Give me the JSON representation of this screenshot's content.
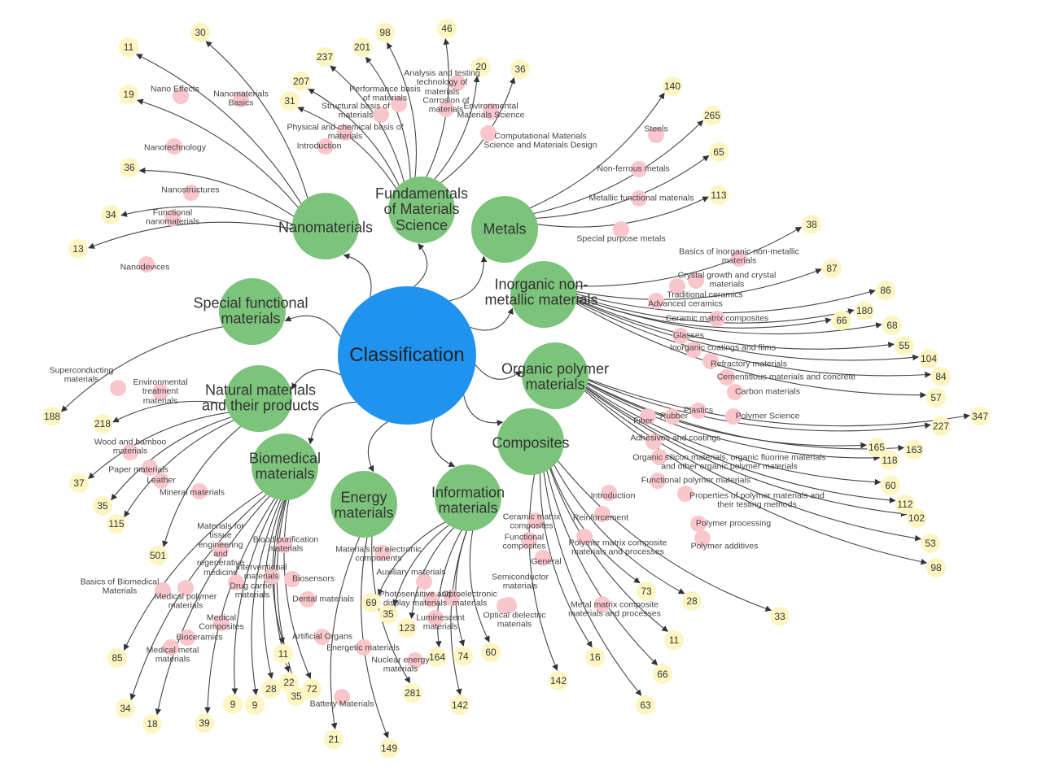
{
  "center": "Classification",
  "categories": [
    "Nanomaterials",
    "Fundamentals\nof Materials\nScience",
    "Metals",
    "Inorganic non-\nmetallic materials",
    "Organic polymer\nmaterials",
    "Composites",
    "Information\nmaterials",
    "Energy\nmaterials",
    "Biomedical\nmaterials",
    "Natural materials\nand their products",
    "Special functional\nmaterials"
  ],
  "subtopics": [
    "Nano Effects",
    "Nanomaterials\nBasics",
    "Nanotechnology",
    "Nanostructures",
    "Functional\nnanomaterials",
    "Nanodevices",
    "Introduction",
    "Physical and chemical basis of\nmaterials",
    "Structural basis of\nmaterials",
    "Performance basis\nof materials",
    "Analysis and testing\ntechnology of\nmaterials",
    "Corrosion of\nmaterials",
    "Environmental\nMaterials Science",
    "Computational Materials\nScience and Materials Design",
    "Steels",
    "Non-ferrous metals",
    "Metallic functional materials",
    "Special purpose metals",
    "Basics of inorganic non-metallic\nmaterials",
    "Crystal growth and crystal\nmaterials",
    "Traditional ceramics",
    "Advanced ceramics",
    "Ceramic matrix composites",
    "Glasses",
    "Inorganic coatings and films",
    "Refractory materials",
    "Cementitious materials and concrete",
    "Carbon materials",
    "Plastics",
    "Rubber",
    "Fiber",
    "Polymer Science",
    "Adhesives and coatings",
    "Organic silicon materials, organic fluorine materials\nand other organic polymer materials",
    "Functional polymer materials",
    "Properties of polymer materials and\ntheir testing methods",
    "Polymer processing",
    "Polymer additives",
    "Introduction",
    "Reinforcement",
    "Polymer matrix composite\nmaterials and processes",
    "Metal matrix composite\nmaterials and processes",
    "Ceramic matrix\ncomposites",
    "Functional\ncomposites",
    "General",
    "Materials for electronic\ncomponents",
    "Auxiliary materials",
    "Photosensitive and\ndisplay materials",
    "Optoelectronic\nmaterials",
    "Semiconductor\nmaterials",
    "Luminescent\nmaterials",
    "Optical dielectric\nmaterials",
    "Energetic materials",
    "Nuclear energy\nmaterials",
    "Battery Materials",
    "Materials for\ntissue\nengineering\nand\nregenerative\nmedicine",
    "Blood purification\nmaterials",
    "Interventional\nmaterials",
    "Biosensors",
    "Drug carrier\nmaterials",
    "Dental materials",
    "Medical polymer\nmaterials",
    "Basics of Biomedical\nMaterials",
    "Medical\nComposites",
    "Bioceramics",
    "Medical metal\nmaterials",
    "Artificial Organs",
    "Wood and bamboo\nmaterials",
    "Paper materials",
    "Leather",
    "Mineral materials",
    "Superconducting\nmaterials",
    "Environmental\ntreatment\nmaterials"
  ],
  "counts": [
    "11",
    "30",
    "19",
    "36",
    "34",
    "13",
    "237",
    "201",
    "98",
    "46",
    "20",
    "36",
    "207",
    "31",
    "140",
    "265",
    "65",
    "113",
    "38",
    "87",
    "86",
    "180",
    "66",
    "68",
    "55",
    "104",
    "84",
    "57",
    "347",
    "227",
    "165",
    "163",
    "118",
    "60",
    "112",
    "102",
    "53",
    "98",
    "73",
    "28",
    "33",
    "11",
    "66",
    "16",
    "63",
    "142",
    "142",
    "60",
    "74",
    "164",
    "123",
    "35",
    "69",
    "281",
    "149",
    "21",
    "72",
    "35",
    "22",
    "11",
    "28",
    "9",
    "9",
    "39",
    "18",
    "34",
    "85",
    "501",
    "115",
    "35",
    "37",
    "218",
    "188"
  ],
  "colors": {
    "center": "#1f93ee",
    "category": "#7cc47b",
    "subtopic": "#f9c6cc",
    "count": "#fdf6c3"
  }
}
